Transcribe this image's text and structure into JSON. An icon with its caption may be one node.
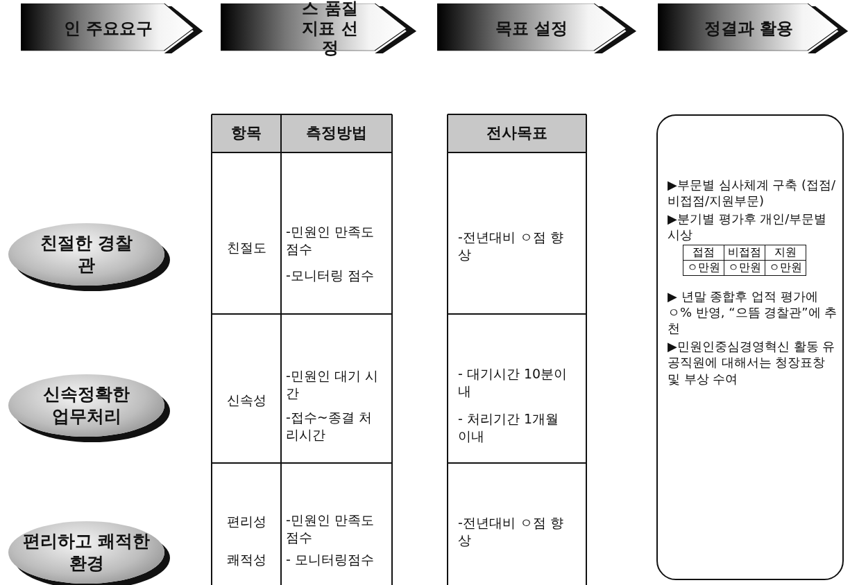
{
  "diagram": {
    "nodes": [
      {
        "text": [
          "인 주요요구"
        ]
      },
      {
        "text": [
          "스 품질 지표 선정"
        ]
      },
      {
        "text": [
          "목표 설정"
        ]
      },
      {
        "text": [
          "정결과 활용"
        ]
      },
      {
        "text": [
          "친절한 경찰관"
        ]
      },
      {
        "text": [
          "신속정확한 업무처리"
        ]
      },
      {
        "text": [
          "편리하고 쾌적한 환경"
        ]
      },
      {
        "text": [
          "▶부문별 심사체계 구축 (접점/비접점/지원부문)",
          "▶분기별 평가후 개인/부문별 시상",
          "▶ 년말 종합후 업적 평가에 ㅇ% 반영, “으뜸 경찰관”에 추천",
          "▶민원인중심경영혁신 활동 유공직원에 대해서는 청장표창 및 부상 수여"
        ]
      }
    ],
    "edges": [],
    "labels": [
      "항목",
      "측정방법",
      "친절도",
      "-민원인 만족도 점수",
      "-모니터링 점수",
      "신속성",
      "-민원인 대기 시간",
      "-접수~종결 처리시간",
      "편리성",
      "쾌적성",
      "-민원인 만족도 점수",
      "- 모니터링점수",
      "전사목표",
      "-전년대비 ㅇ점 향상",
      "- 대기시간 10분이내",
      "- 처리기간 1개월 이내",
      "-전년대비 ㅇ점 향상",
      "접점",
      "비접점",
      "지원",
      "ㅇ만원",
      "ㅇ만원",
      "ㅇ만원"
    ]
  }
}
